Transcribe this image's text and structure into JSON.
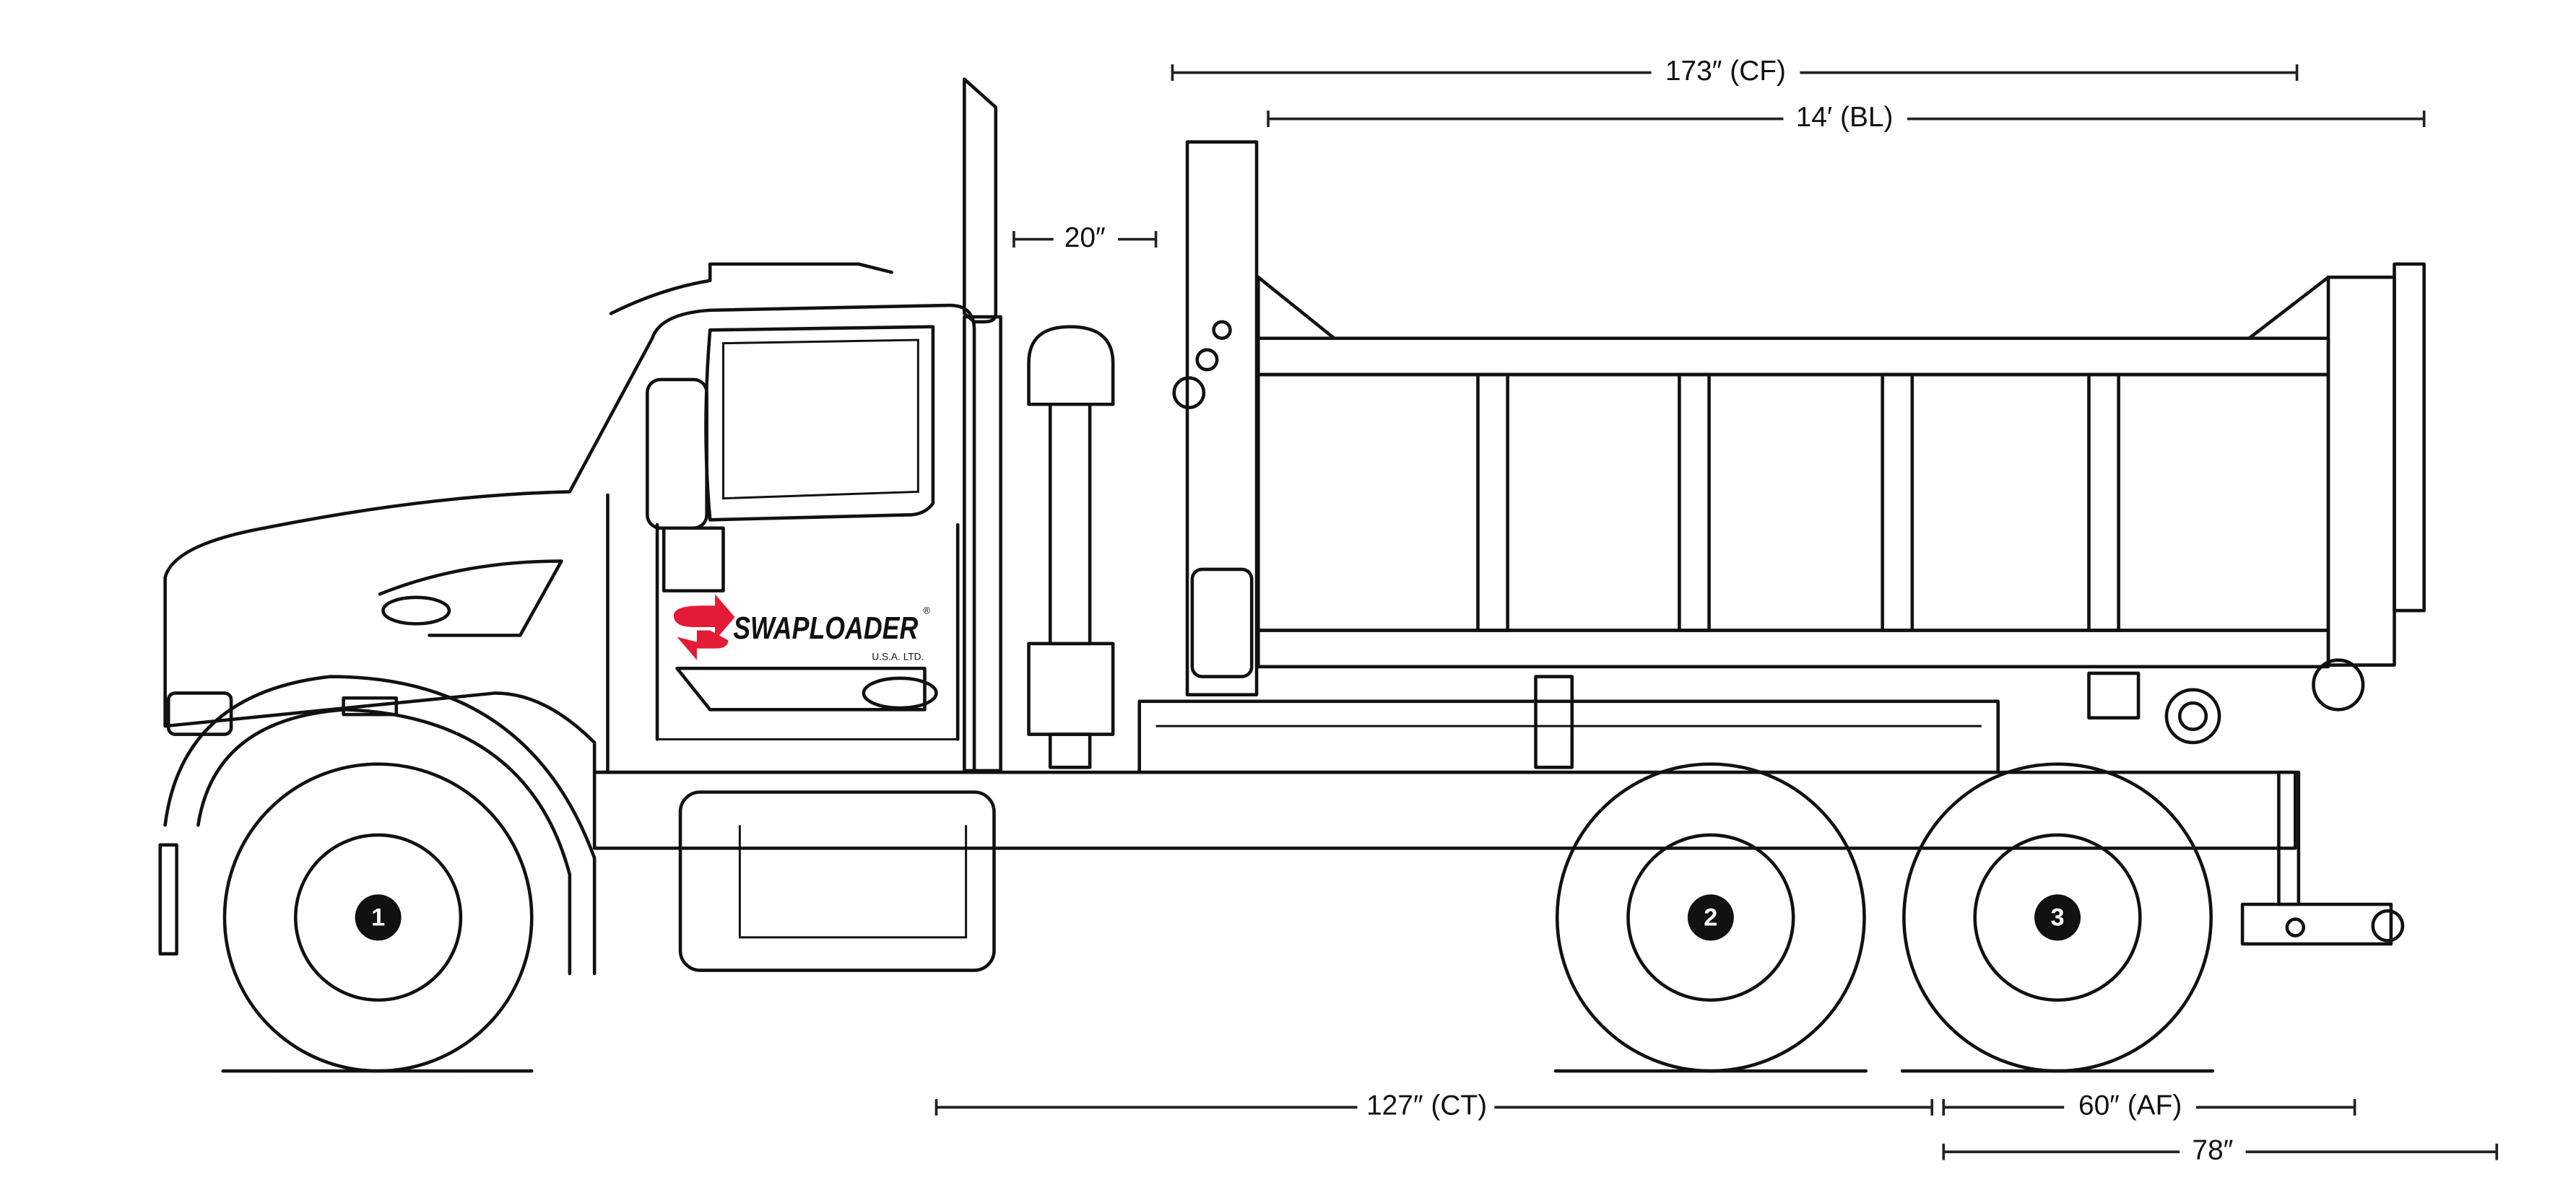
{
  "logo": {
    "name": "SWAPLOADER",
    "subtitle": "U.S.A. LTD.",
    "registered": "®",
    "color": "#e31b37"
  },
  "dimensions": {
    "cf": "173″ (CF)",
    "bl": "14′ (BL)",
    "gap": "20″",
    "ct": "127″ (CT)",
    "af": "60″ (AF)",
    "overall_rear": "78″"
  },
  "axles": [
    {
      "label": "1"
    },
    {
      "label": "2"
    },
    {
      "label": "3"
    }
  ]
}
